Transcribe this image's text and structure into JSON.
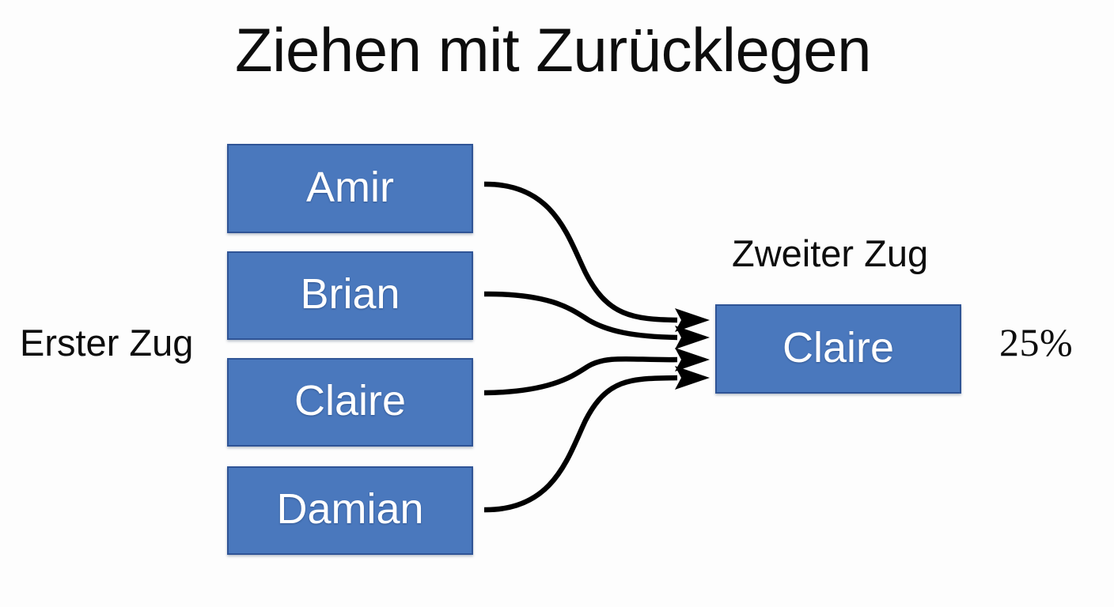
{
  "title": "Ziehen mit Zurücklegen",
  "labels": {
    "first_stage": "Erster Zug",
    "second_stage": "Zweiter Zug",
    "probability": "25%"
  },
  "colors": {
    "box_fill": "#4a78bd",
    "box_border": "#2f5496",
    "box_text": "#ffffff",
    "arrow": "#000000",
    "background": "#fdfdfd",
    "text": "#0d0d0d"
  },
  "first_stage_nodes": [
    {
      "label": "Amir"
    },
    {
      "label": "Brian"
    },
    {
      "label": "Claire"
    },
    {
      "label": "Damian"
    }
  ],
  "second_stage_node": {
    "label": "Claire"
  },
  "connections": [
    {
      "from": "Amir",
      "to": "Claire"
    },
    {
      "from": "Brian",
      "to": "Claire"
    },
    {
      "from": "Claire",
      "to": "Claire"
    },
    {
      "from": "Damian",
      "to": "Claire"
    }
  ]
}
